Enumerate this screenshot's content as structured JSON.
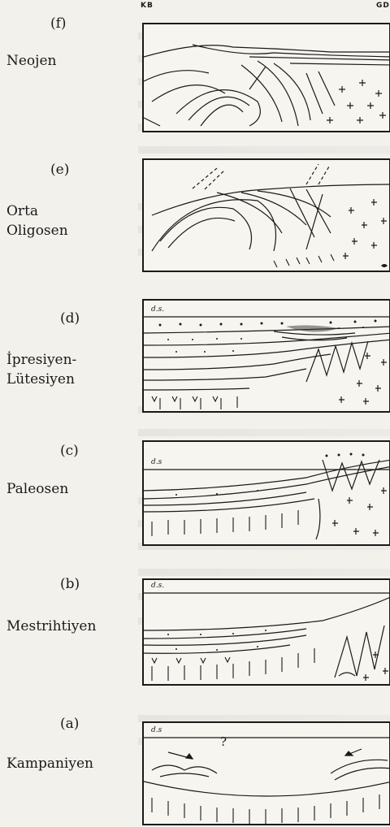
{
  "orientation": {
    "left": "KB",
    "right": "GD"
  },
  "stages": [
    {
      "letter": "(f)",
      "period": [
        "Neojen"
      ],
      "tag": ""
    },
    {
      "letter": "(e)",
      "period": [
        "Orta",
        "Oligosen"
      ],
      "tag": ""
    },
    {
      "letter": "(d)",
      "period": [
        "İpresiyen-",
        "Lütesiyen"
      ],
      "tag": "d.s."
    },
    {
      "letter": "(c)",
      "period": [
        "Paleosen"
      ],
      "tag": "d.s"
    },
    {
      "letter": "(b)",
      "period": [
        "Mestrihtiyen"
      ],
      "tag": "d.s."
    },
    {
      "letter": "(a)",
      "period": [
        "Kampaniyen"
      ],
      "tag": "d.s"
    }
  ],
  "annotation_question": "?"
}
